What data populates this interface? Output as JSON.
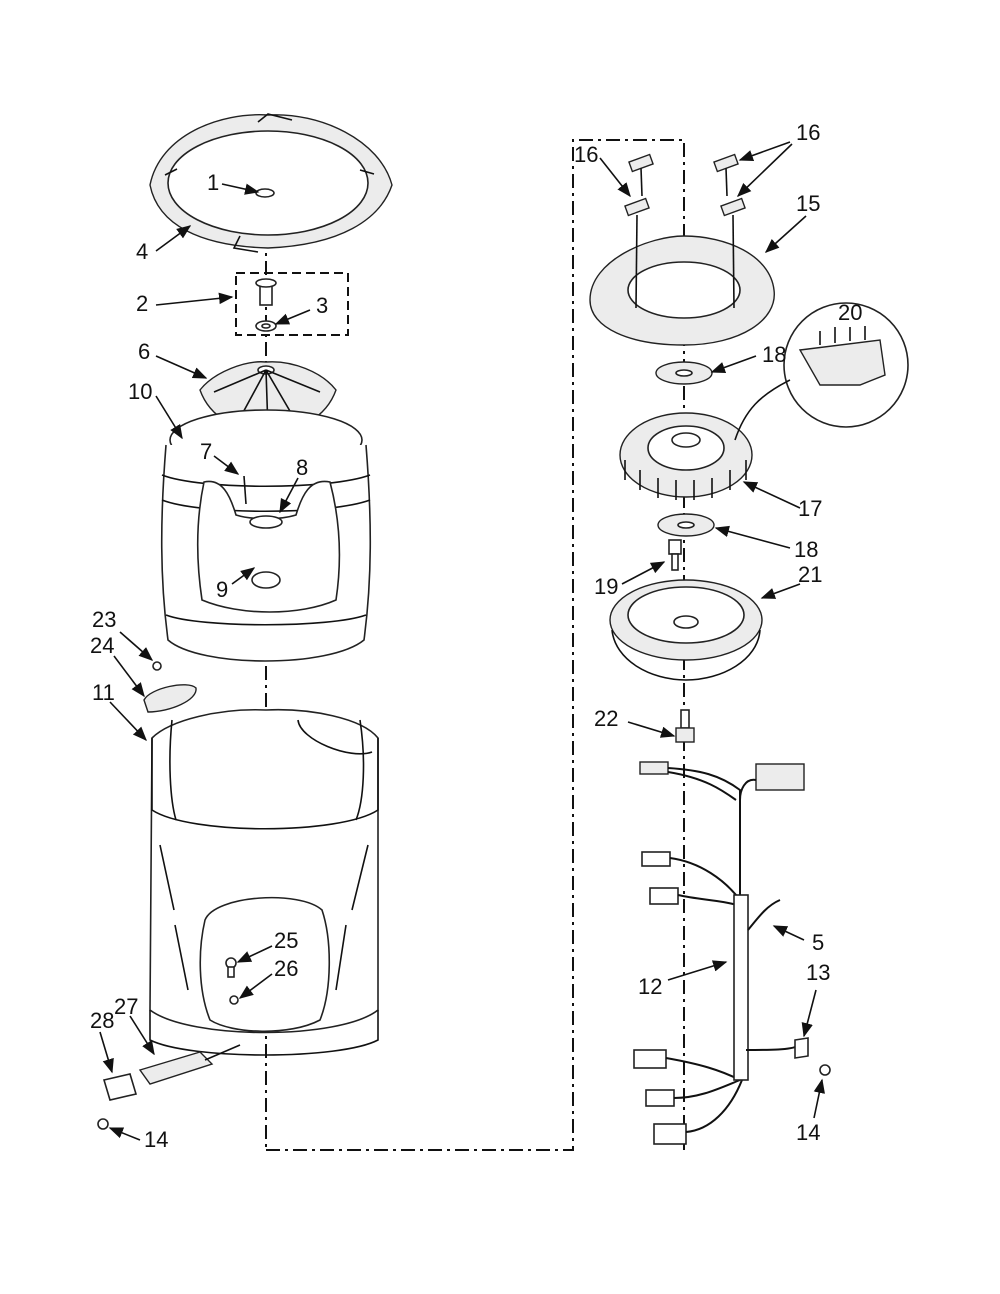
{
  "labels": {
    "l1": "1",
    "l2": "2",
    "l3": "3",
    "l4": "4",
    "l5": "5",
    "l6": "6",
    "l7": "7",
    "l8": "8",
    "l9": "9",
    "l10": "10",
    "l11": "11",
    "l12": "12",
    "l13": "13",
    "l14a": "14",
    "l14b": "14",
    "l15": "15",
    "l16a": "16",
    "l16b": "16",
    "l17": "17",
    "l18a": "18",
    "l18b": "18",
    "l19": "19",
    "l20": "20",
    "l21": "21",
    "l22": "22",
    "l23": "23",
    "l24": "24",
    "l25": "25",
    "l26": "26",
    "l27": "27",
    "l28": "28"
  }
}
